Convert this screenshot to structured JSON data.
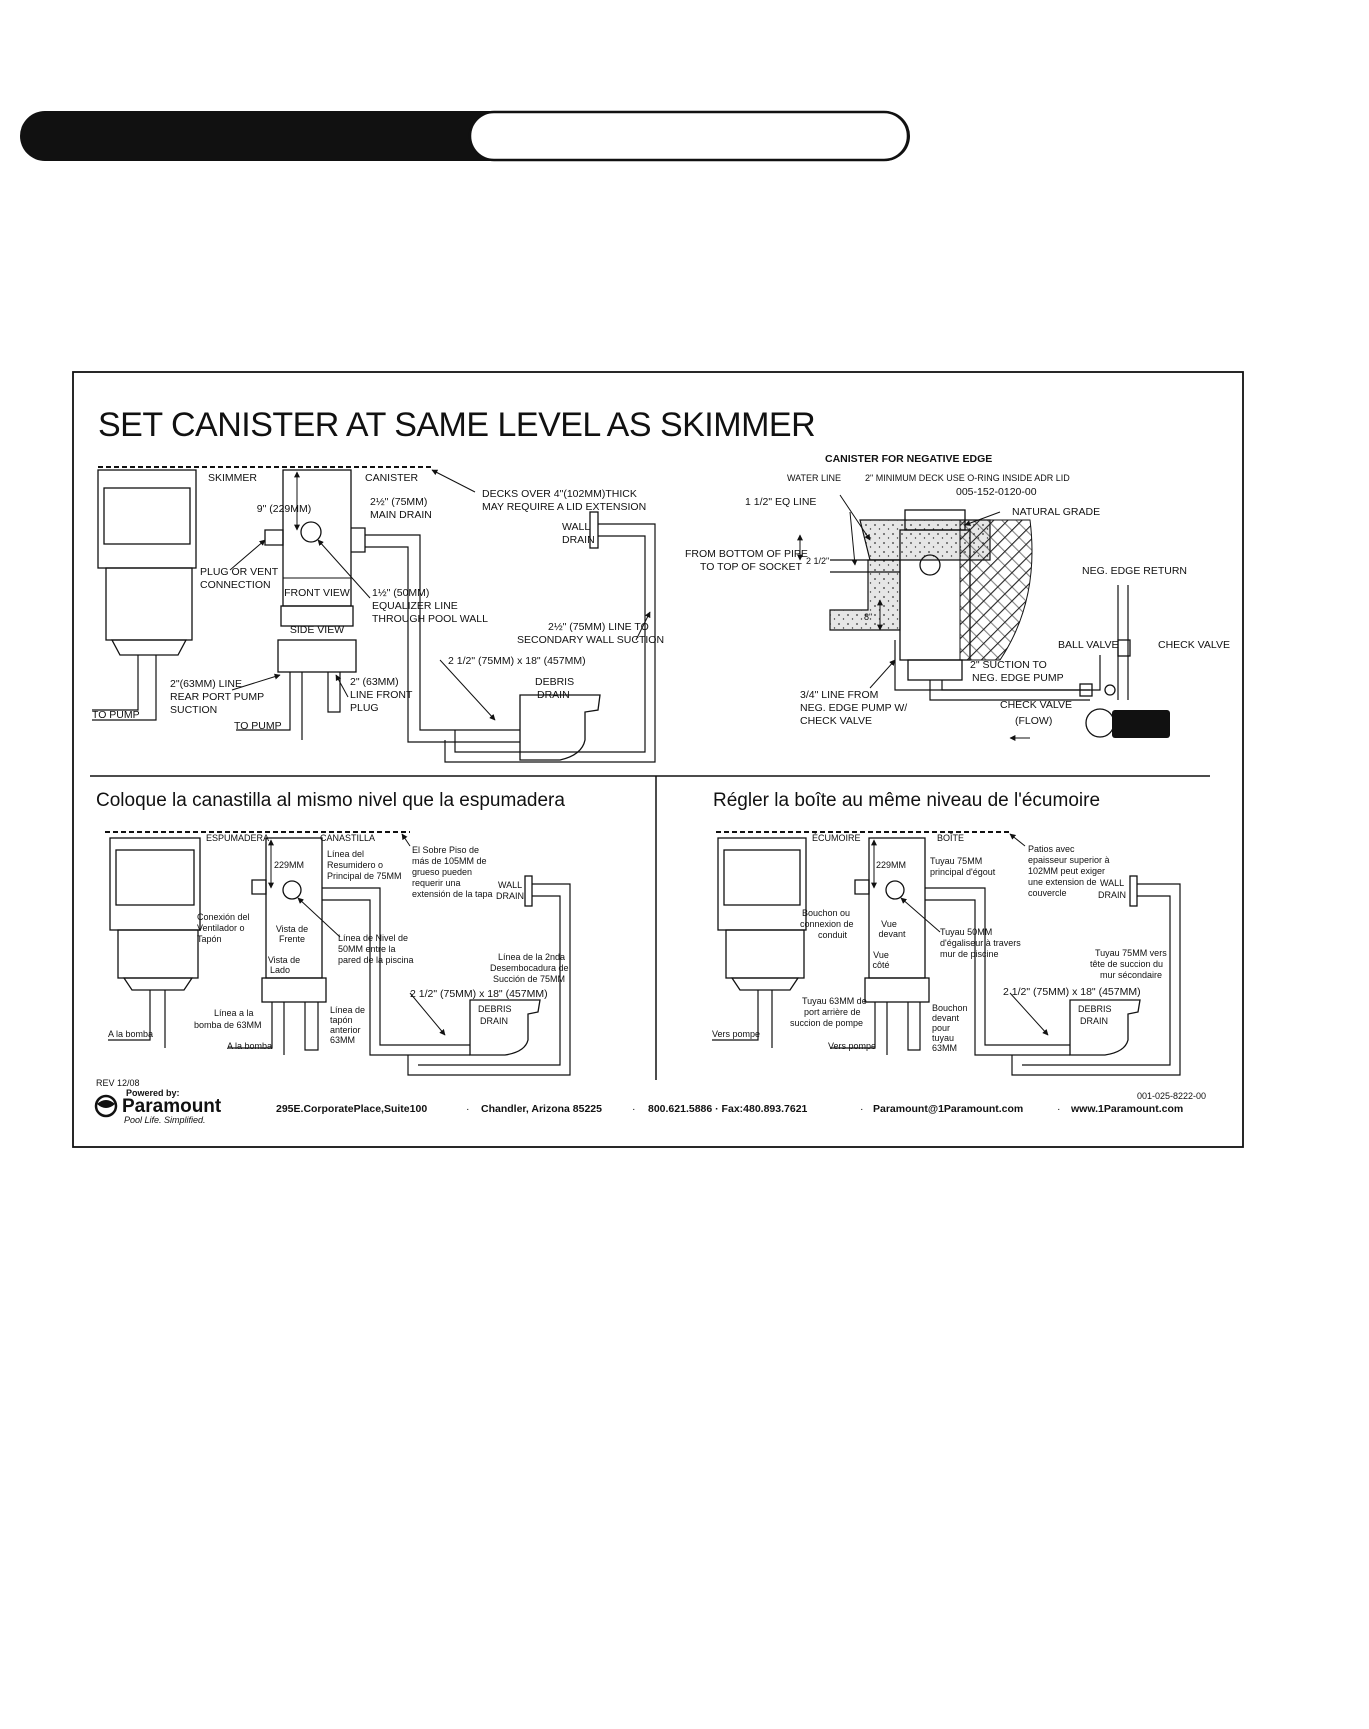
{
  "header": {
    "tab_left_text": "",
    "tab_right_text": ""
  },
  "diagram": {
    "title_en": "SET CANISTER AT SAME LEVEL AS SKIMMER",
    "title_es": "Coloque la canastilla al mismo nivel que la espumadera",
    "title_fr": "Régler la boîte au même niveau de l'écumoire",
    "english": {
      "skimmer": "SKIMMER",
      "canister": "CANISTER",
      "dim_9in": "9\" (229MM)",
      "main_drain_1": "2½\" (75MM)",
      "main_drain_2": "MAIN DRAIN",
      "decks_1": "DECKS OVER 4\"(102MM)THICK",
      "decks_2": "MAY REQUIRE A LID EXTENSION",
      "wall_drain_1": "WALL",
      "wall_drain_2": "DRAIN",
      "plug_1": "PLUG OR VENT",
      "plug_2": "CONNECTION",
      "front_view": "FRONT VIEW",
      "side_view": "SIDE VIEW",
      "equalizer_1": "1½\" (50MM)",
      "equalizer_2": "EQUALIZER LINE",
      "equalizer_3": "THROUGH POOL WALL",
      "secondary_1": "2½\" (75MM) LINE TO",
      "secondary_2": "SECONDARY WALL SUCTION",
      "pipe_dim": "2 1/2\" (75MM) x 18\" (457MM)",
      "debris_1": "DEBRIS",
      "debris_2": "DRAIN",
      "rear_1": "2\"(63MM) LINE",
      "rear_2": "REAR PORT PUMP",
      "rear_3": "SUCTION",
      "front_plug_1": "2\" (63MM)",
      "front_plug_2": "LINE FRONT",
      "front_plug_3": "PLUG",
      "to_pump_1": "TO PUMP",
      "to_pump_2": "TO PUMP"
    },
    "negative_edge": {
      "title": "CANISTER FOR NEGATIVE EDGE",
      "water_line": "WATER LINE",
      "min_deck": "2\" MINIMUM DECK USE O-RING INSIDE ADR LID",
      "part_no": "005-152-0120-00",
      "natural_grade": "NATURAL GRADE",
      "eq_line": "1 1/2\" EQ LINE",
      "from_bottom_1": "FROM BOTTOM OF PIPE",
      "from_bottom_2": "TO TOP OF SOCKET",
      "dim_2half": "2 1/2\"",
      "dim_8": "8\"",
      "neg_edge_return": "NEG. EDGE RETURN",
      "ball_valve": "BALL VALVE",
      "check_valve": "CHECK VALVE",
      "suction_1": "2\" SUCTION TO",
      "suction_2": "NEG. EDGE PUMP",
      "line_from_1": "3/4\" LINE FROM",
      "line_from_2": "NEG. EDGE PUMP W/",
      "line_from_3": "CHECK VALVE",
      "check_valve_2": "CHECK VALVE",
      "flow": "(FLOW)"
    },
    "spanish": {
      "skimmer": "ESPUMADERA",
      "canister": "CANASTILLA",
      "dim": "229MM",
      "main_1": "Línea del",
      "main_2": "Resumidero o",
      "main_3": "Principal de 75MM",
      "deck_1": "El Sobre Piso de",
      "deck_2": "más de 105MM de",
      "deck_3": "grueso pueden",
      "deck_4": "requerir una",
      "deck_5": "extensión de la tapa",
      "wall_1": "WALL",
      "wall_2": "DRAIN",
      "conn_1": "Conexión del",
      "conn_2": "Ventilador o",
      "conn_3": "Tapón",
      "front_1": "Vista de",
      "front_2": "Frente",
      "side_1": "Vista de",
      "side_2": "Lado",
      "eq_1": "Línea de Nivel de",
      "eq_2": "50MM entre la",
      "eq_3": "pared de la piscina",
      "sec_1": "Línea de la 2nda",
      "sec_2": "Desembocadura de",
      "sec_3": "Succión de 75MM",
      "pipe_dim": "2 1/2\" (75MM) x 18\" (457MM)",
      "debris_1": "DEBRIS",
      "debris_2": "DRAIN",
      "rear_1": "Línea a la",
      "rear_2": "bomba de 63MM",
      "plug_1": "Línea de",
      "plug_2": "tapón",
      "plug_3": "anterior",
      "plug_4": "63MM",
      "pump_1": "A la bomba",
      "pump_2": "A la bomba"
    },
    "french": {
      "skimmer": "ÉCUMOIRE",
      "canister": "BOÎTE",
      "dim": "229MM",
      "main_1": "Tuyau 75MM",
      "main_2": "principal d'égout",
      "deck_1": "Patios avec",
      "deck_2": "epaisseur superior à",
      "deck_3": "102MM peut exiger",
      "deck_4": "une extension de",
      "deck_5": "couvercle",
      "wall_1": "WALL",
      "wall_2": "DRAIN",
      "conn_1": "Bouchon ou",
      "conn_2": "connexion de",
      "conn_3": "conduit",
      "front_1": "Vue",
      "front_2": "devant",
      "side_1": "Vue",
      "side_2": "côté",
      "eq_1": "Tuyau 50MM",
      "eq_2": "d'égaliseur à travers",
      "eq_3": "mur de piscine",
      "sec_1": "Tuyau 75MM vers",
      "sec_2": "tête de succion du",
      "sec_3": "mur sécondaire",
      "pipe_dim": "2 1/2\" (75MM) x 18\" (457MM)",
      "debris_1": "DEBRIS",
      "debris_2": "DRAIN",
      "rear_1": "Tuyau 63MM de",
      "rear_2": "port arrière de",
      "rear_3": "succion de pompe",
      "plug_1": "Bouchon",
      "plug_2": "devant",
      "plug_3": "pour",
      "plug_4": "tuyau",
      "plug_5": "63MM",
      "pump_1": "Vers pompe",
      "pump_2": "Vers pompe"
    },
    "footer": {
      "rev": "REV 12/08",
      "powered_by": "Powered by:",
      "brand": "Paramount",
      "tagline": "Pool Life. Simplified.",
      "address": "295E.CorporatePlace,Suite100",
      "city": "Chandler, Arizona  85225",
      "phone": "800.621.5886 · Fax:480.893.7621",
      "email": "Paramount@1Paramount.com",
      "website": "www.1Paramount.com",
      "part_no": "001-025-8222-00"
    }
  }
}
